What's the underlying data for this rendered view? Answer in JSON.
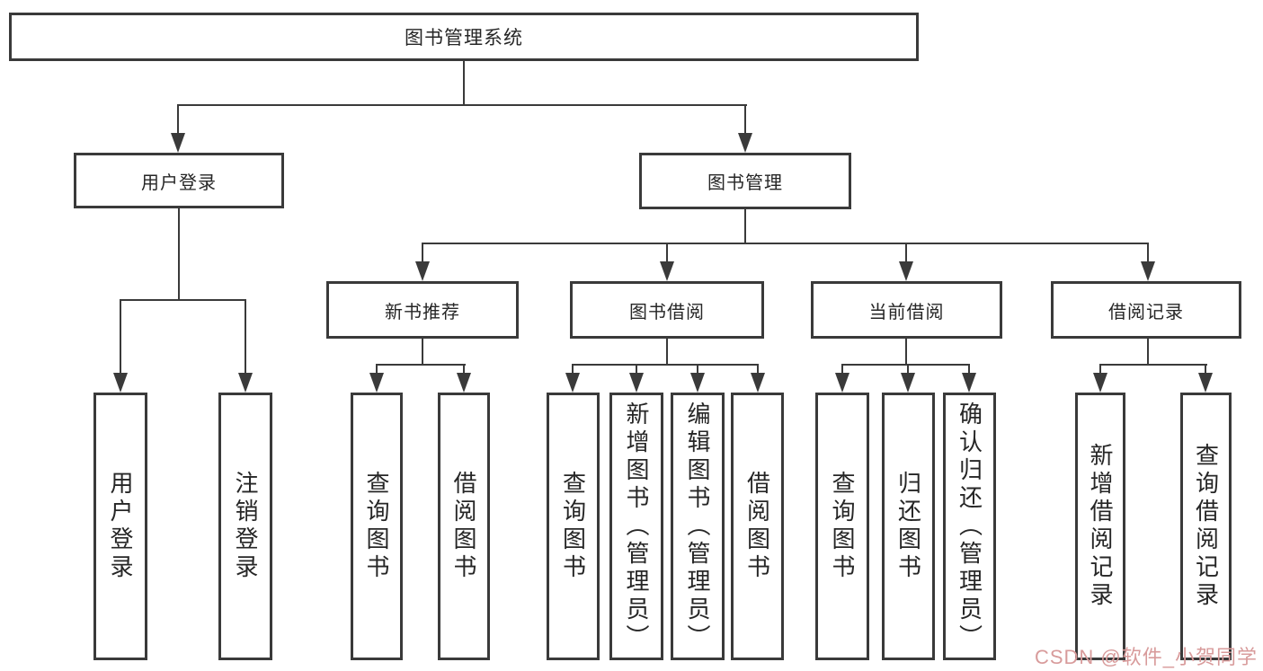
{
  "diagram": {
    "root": {
      "label": "图书管理系统",
      "children": [
        {
          "label": "用户登录",
          "children": [
            {
              "label": "用户登录"
            },
            {
              "label": "注销登录"
            }
          ]
        },
        {
          "label": "图书管理",
          "children": [
            {
              "label": "新书推荐",
              "children": [
                {
                  "label": "查询图书"
                },
                {
                  "label": "借阅图书"
                }
              ]
            },
            {
              "label": "图书借阅",
              "children": [
                {
                  "label": "查询图书"
                },
                {
                  "label": "新增图书（管理员）"
                },
                {
                  "label": "编辑图书（管理员）"
                },
                {
                  "label": "借阅图书"
                }
              ]
            },
            {
              "label": "当前借阅",
              "children": [
                {
                  "label": "查询图书"
                },
                {
                  "label": "归还图书"
                },
                {
                  "label": "确认归还（管理员）"
                }
              ]
            },
            {
              "label": "借阅记录",
              "children": [
                {
                  "label": "新增借阅记录"
                },
                {
                  "label": "查询借阅记录"
                }
              ]
            }
          ]
        }
      ]
    },
    "colors": {
      "line": "#3a3a3a",
      "text": "#262626",
      "background": "#ffffff",
      "watermark": "#d89b9b"
    }
  },
  "watermark": {
    "text": "CSDN @软件_小贺同学"
  }
}
